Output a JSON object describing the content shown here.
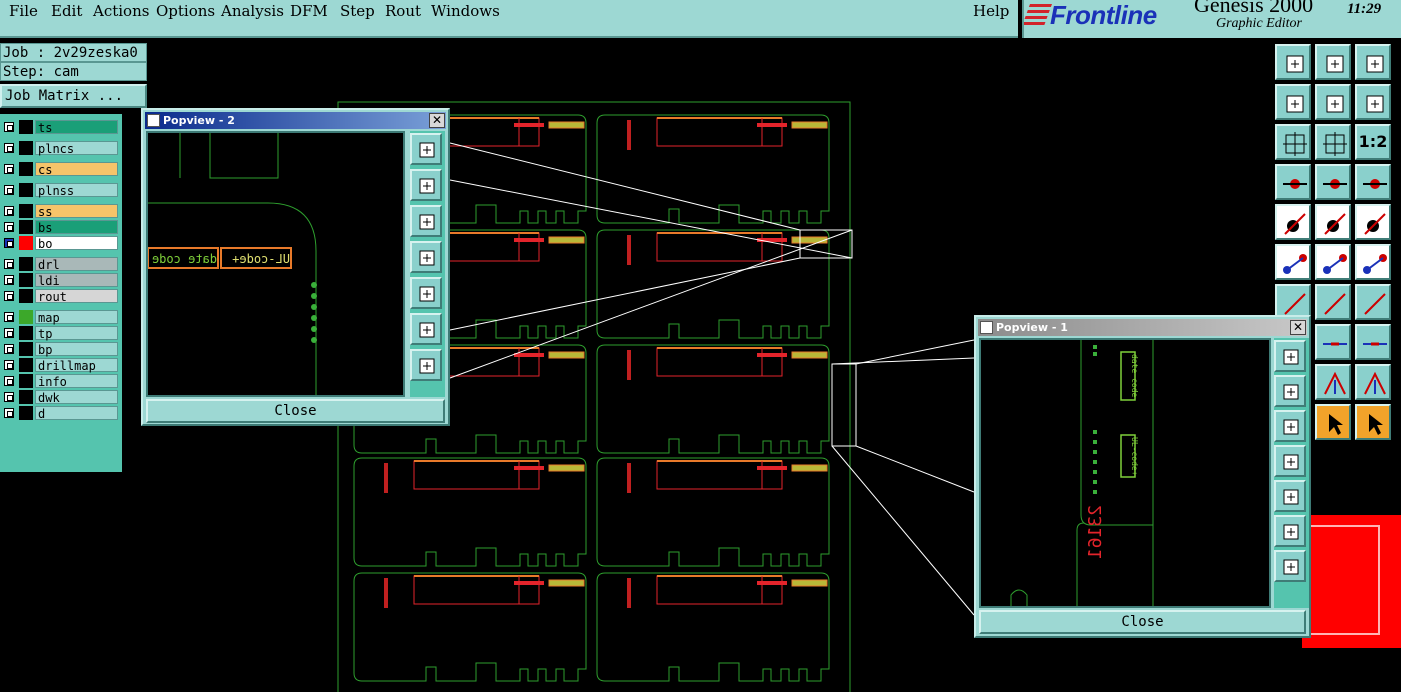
{
  "menu": {
    "items": [
      "File",
      "Edit",
      "Actions",
      "Options",
      "Analysis",
      "DFM",
      "Step",
      "Rout",
      "Windows"
    ],
    "help": "Help"
  },
  "brand": {
    "logo": "Frontline",
    "product": "Genesis 2000",
    "subtitle": "Graphic Editor",
    "clock": "11:29"
  },
  "job": {
    "job_label": "Job : 2v29zeska0",
    "step_label": "Step: cam",
    "matrix_button": "Job Matrix ..."
  },
  "layers": [
    {
      "name": "ts",
      "color": "#000000",
      "bg": "#1a9f78"
    },
    {
      "name": "plncs",
      "color": "#000000",
      "bg": "#9dd8d3"
    },
    {
      "name": "cs",
      "color": "#000000",
      "bg": "#f6c46a"
    },
    {
      "name": "plnss",
      "color": "#000000",
      "bg": "#9dd8d3"
    },
    {
      "name": "ss",
      "color": "#000000",
      "bg": "#f6c46a"
    },
    {
      "name": "bs",
      "color": "#000000",
      "bg": "#1a9f78"
    },
    {
      "name": "bo",
      "color": "#ff0000",
      "bg": "#ffffff"
    },
    {
      "name": "drl",
      "color": "#000000",
      "bg": "#a9b8b8"
    },
    {
      "name": "ldi",
      "color": "#000000",
      "bg": "#a9b8b8"
    },
    {
      "name": "rout",
      "color": "#000000",
      "bg": "#d6d6d6"
    },
    {
      "name": "map",
      "color": "#3ca82a",
      "bg": "#9dd8d3"
    },
    {
      "name": "tp",
      "color": "#000000",
      "bg": "#9dd8d3"
    },
    {
      "name": "bp",
      "color": "#000000",
      "bg": "#9dd8d3"
    },
    {
      "name": "drillmap",
      "color": "#000000",
      "bg": "#9dd8d3"
    },
    {
      "name": "info",
      "color": "#000000",
      "bg": "#9dd8d3"
    },
    {
      "name": "dwk",
      "color": "#000000",
      "bg": "#9dd8d3"
    },
    {
      "name": "d",
      "color": "#000000",
      "bg": "#9dd8d3"
    }
  ],
  "popview2": {
    "title": "Popview - 2",
    "close_label": "Close",
    "board_text_left": "date code",
    "board_text_right": "UL-code+"
  },
  "popview1": {
    "title": "Popview - 1",
    "close_label": "Close",
    "board_text_a": "date code",
    "board_text_b": "UL-code+",
    "board_text_c": "23161"
  },
  "colors": {
    "panel_bg": "#9dd8d3",
    "layer_area_bg": "#55c4ae",
    "board_outline": "#2e9e2e",
    "copper": "#e3242b",
    "accent_orange": "#e87a2a"
  }
}
